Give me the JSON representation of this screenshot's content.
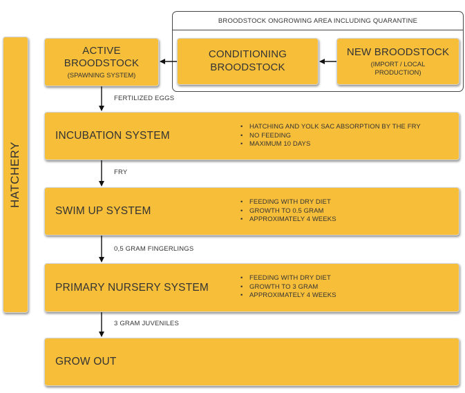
{
  "side_label": "HATCHERY",
  "quarantine_area": {
    "title": "BROODSTOCK ONGROWING AREA INCLUDING QUARANTINE"
  },
  "top_boxes": {
    "active_broodstock": {
      "title": "ACTIVE\nBROODSTOCK",
      "subtitle": "(SPAWNING SYSTEM)"
    },
    "conditioning": {
      "title": "CONDITIONING\nBROODSTOCK"
    },
    "new_broodstock": {
      "title": "NEW BROODSTOCK",
      "subtitle": "(IMPORT / LOCAL\nPRODUCTION)"
    }
  },
  "stages": [
    {
      "title": "INCUBATION SYSTEM",
      "bullets": [
        "HATCHING AND YOLK SAC ABSORPTION BY THE FRY",
        "NO FEEDING",
        "MAXIMUM 10 DAYS"
      ]
    },
    {
      "title": "SWIM UP SYSTEM",
      "bullets": [
        "FEEDING WITH DRY DIET",
        "GROWTH TO 0.5 GRAM",
        "APPROXIMATELY 4 WEEKS"
      ]
    },
    {
      "title": "PRIMARY NURSERY SYSTEM",
      "bullets": [
        "FEEDING WITH DRY DIET",
        "GROWTH TO 3 GRAM",
        "APPROXIMATELY 4 WEEKS"
      ]
    },
    {
      "title": "GROW OUT",
      "bullets": []
    }
  ],
  "flow_labels": [
    "FERTILIZED EGGS",
    "FRY",
    "0,5 GRAM FINGERLINGS",
    "3 GRAM JUVENILES"
  ],
  "colors": {
    "box_fill": "#F7BE3A",
    "text": "#333333",
    "border": "#444444"
  }
}
